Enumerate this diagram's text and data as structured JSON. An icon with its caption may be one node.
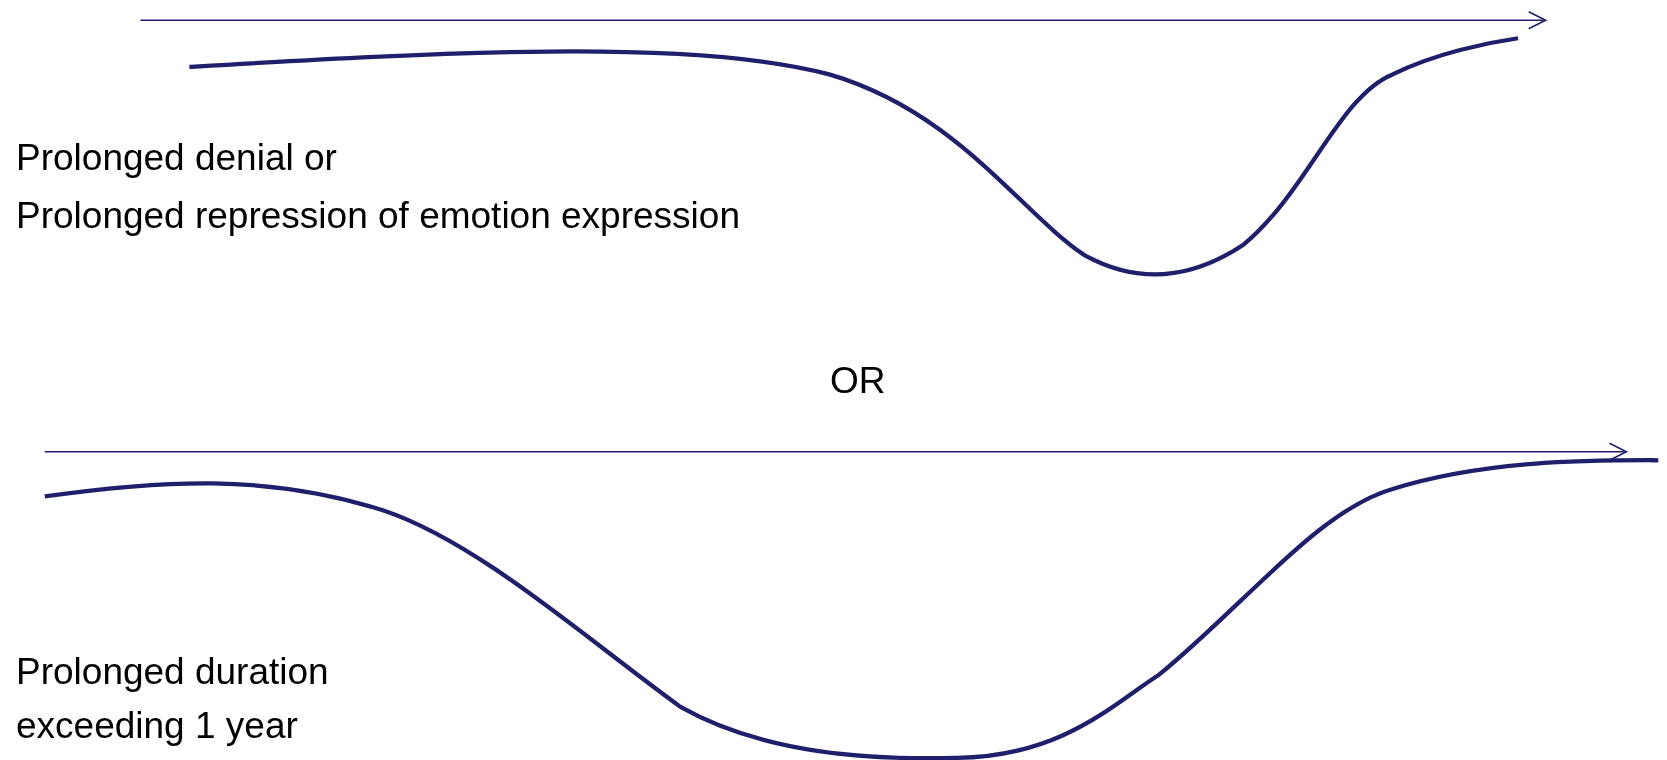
{
  "diagram": {
    "labels": [
      "Prolonged denial or",
      "Prolonged repression of emotion expression",
      "OR",
      "Prolonged duration exceeding 1 year"
    ]
  }
}
